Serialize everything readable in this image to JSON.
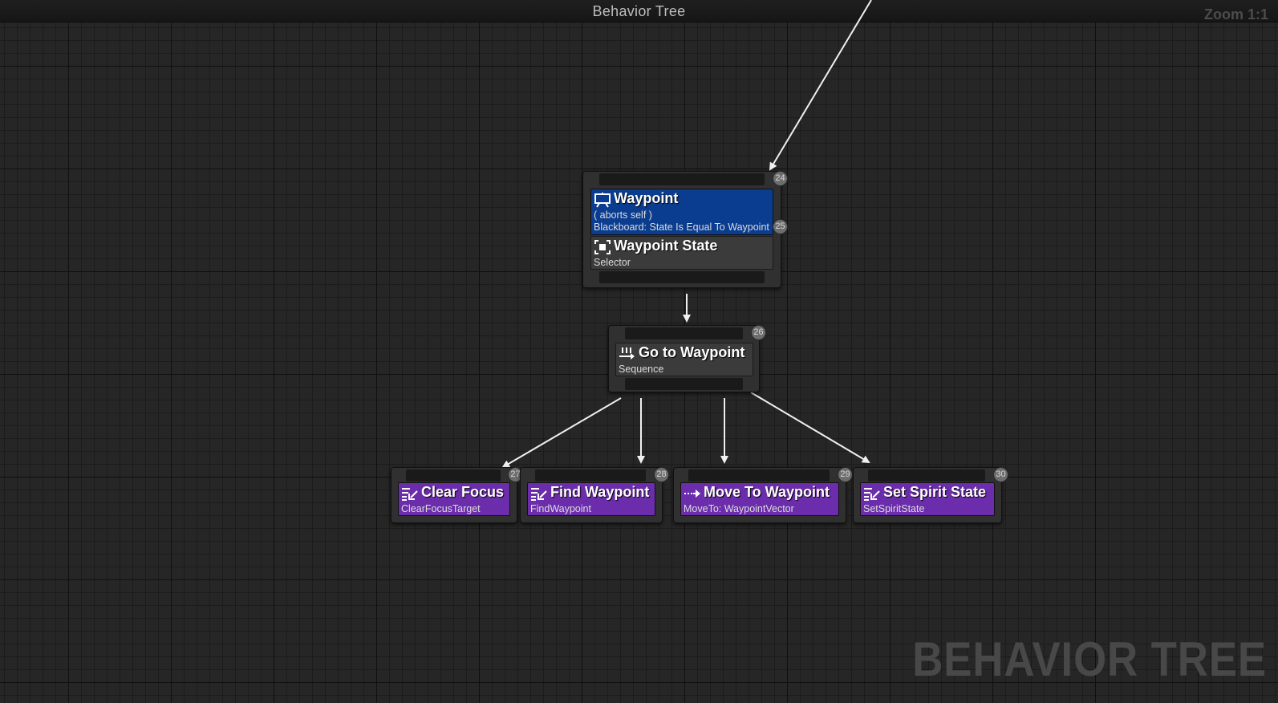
{
  "editor": {
    "title": "Behavior Tree",
    "zoom": "Zoom 1:1",
    "watermark": "BEHAVIOR TREE"
  },
  "nodes": {
    "waypoint_selector": {
      "index_top": "24",
      "decorator": {
        "title": "Waypoint",
        "abort_mode": "( aborts self )",
        "condition": "Blackboard: State Is Equal To Waypoint",
        "index": "25",
        "icon": "blackboard-icon"
      },
      "composite": {
        "title": "Waypoint State",
        "type": "Selector",
        "icon": "selector-icon"
      }
    },
    "go_to_waypoint": {
      "index": "26",
      "title": "Go to Waypoint",
      "type": "Sequence",
      "icon": "sequence-icon"
    },
    "tasks": [
      {
        "index": "27",
        "title": "Clear Focus",
        "subtitle": "ClearFocusTarget",
        "icon": "task-icon"
      },
      {
        "index": "28",
        "title": "Find Waypoint",
        "subtitle": "FindWaypoint",
        "icon": "task-icon"
      },
      {
        "index": "29",
        "title": "Move To Waypoint",
        "subtitle": "MoveTo: WaypointVector",
        "icon": "move-to-icon"
      },
      {
        "index": "30",
        "title": "Set Spirit State",
        "subtitle": "SetSpiritState",
        "icon": "task-icon"
      }
    ]
  },
  "colors": {
    "decorator": "#0a3c8f",
    "task": "#6b2dab",
    "composite": "#3b3b3b",
    "wire": "#f0f0f0"
  }
}
